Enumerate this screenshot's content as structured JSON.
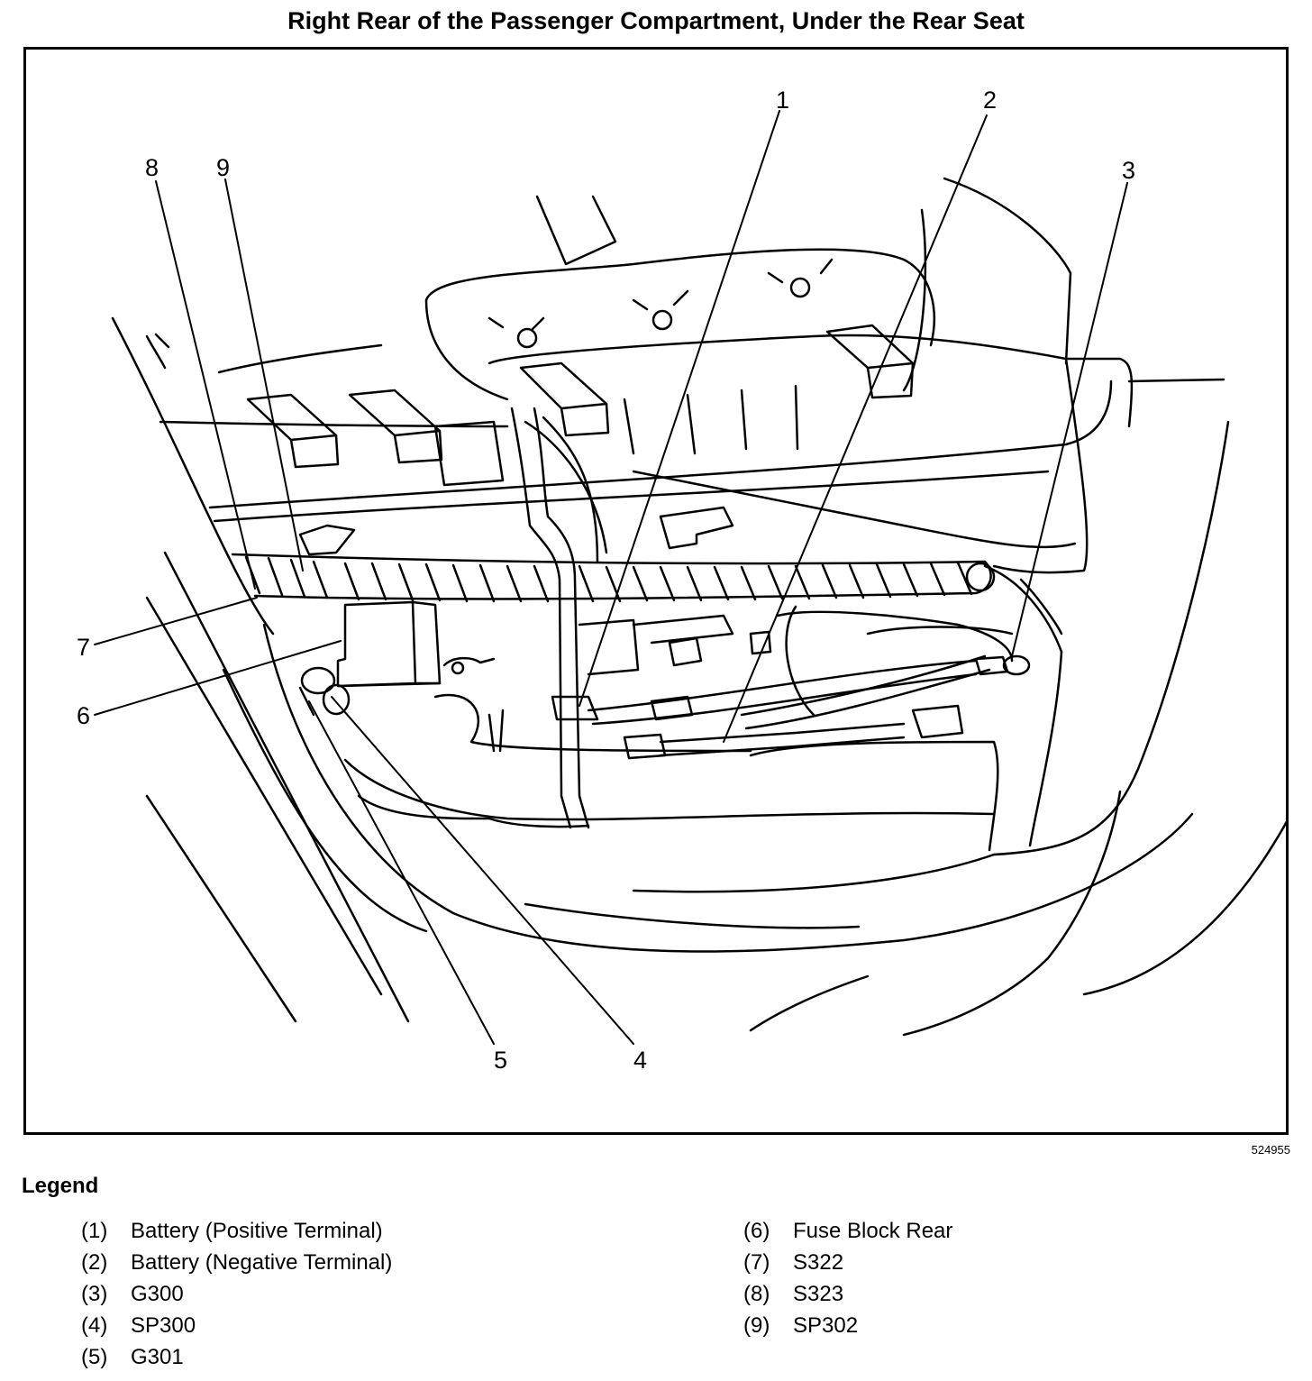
{
  "title": "Right Rear of the Passenger Compartment, Under the Rear Seat",
  "figure_id": "524955",
  "callouts": [
    "1",
    "2",
    "3",
    "4",
    "5",
    "6",
    "7",
    "8",
    "9"
  ],
  "legend": {
    "heading": "Legend",
    "column1": [
      {
        "num": "(1)",
        "text": "Battery (Positive Terminal)"
      },
      {
        "num": "(2)",
        "text": "Battery (Negative Terminal)"
      },
      {
        "num": "(3)",
        "text": "G300"
      },
      {
        "num": "(4)",
        "text": "SP300"
      },
      {
        "num": "(5)",
        "text": "G301"
      }
    ],
    "column2": [
      {
        "num": "(6)",
        "text": "Fuse Block Rear"
      },
      {
        "num": "(7)",
        "text": "S322"
      },
      {
        "num": "(8)",
        "text": "S323"
      },
      {
        "num": "(9)",
        "text": "SP302"
      }
    ]
  }
}
